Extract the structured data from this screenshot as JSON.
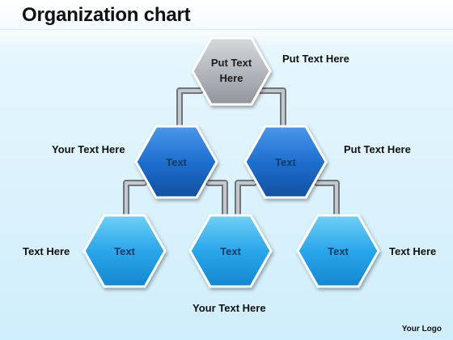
{
  "title": "Organization chart",
  "colors": {
    "root_fill": "#aeb3b8",
    "level1_fill": "#1f6fcf",
    "level2_fill": "#2aa6ea",
    "connector": "#8f959b",
    "border": "#ffffff"
  },
  "nodes": {
    "root": {
      "line1": "Put Text",
      "line2": "Here"
    },
    "left_mid": {
      "label": "Text"
    },
    "right_mid": {
      "label": "Text"
    },
    "bottom_1": {
      "label": "Text"
    },
    "bottom_2": {
      "label": "Text"
    },
    "bottom_3": {
      "label": "Text"
    }
  },
  "labels": {
    "root_side": "Put Text Here",
    "left_mid_side": "Your Text Here",
    "right_mid_side": "Put Text Here",
    "bottom_left_side": "Text Here",
    "bottom_right_side": "Text Here",
    "bottom_center": "Your Text Here"
  },
  "footer": {
    "logo": "Your Logo"
  }
}
